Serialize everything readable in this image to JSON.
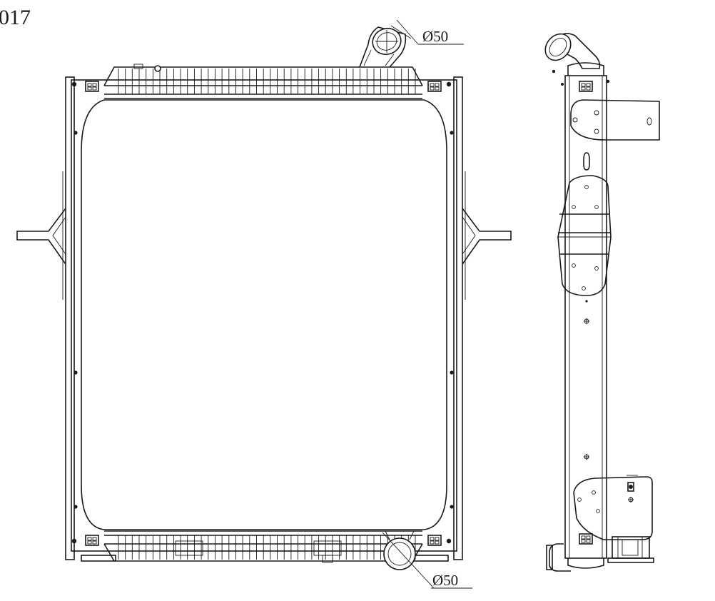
{
  "part_number_fragment": "017",
  "dimensions": [
    {
      "id": "inlet",
      "label": "Ø50"
    },
    {
      "id": "outlet",
      "label": "Ø50"
    }
  ],
  "views": [
    "front-view",
    "side-view"
  ],
  "colors": {
    "line": "#1a1a1a",
    "background": "#ffffff"
  }
}
